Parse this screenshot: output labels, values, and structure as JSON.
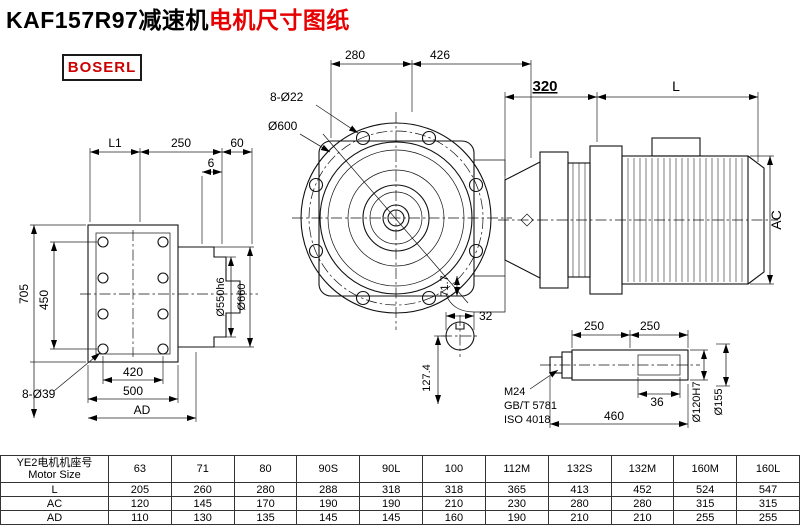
{
  "title": {
    "black": "KAF157R97减速机",
    "red": "电机尺寸图纸"
  },
  "logo": {
    "text": "BOSERL"
  },
  "dims": {
    "left": {
      "L1": "L1",
      "top250": "250",
      "top60": "60",
      "step6": "6",
      "h705": "705",
      "h450": "450",
      "holes": "8-Ø39",
      "w420": "420",
      "w500": "500",
      "AD": "AD",
      "d550": "Ø550h6",
      "d660": "Ø660"
    },
    "front": {
      "w280": "280",
      "w426": "426",
      "holes": "8-Ø22",
      "d600": "Ø600",
      "h717": "71.7"
    },
    "motor": {
      "w320": "320",
      "L": "L",
      "AC": "AC"
    },
    "section": {
      "w32": "32",
      "h1274": "127.4"
    },
    "shaft": {
      "l250a": "250",
      "l250b": "250",
      "thread": "M24",
      "std1": "GB/T 5781",
      "std2": "ISO 4018",
      "k36": "36",
      "l460": "460",
      "d120": "Ø120H7",
      "d155": "Ø155"
    }
  },
  "table": {
    "header_cn": "YE2电机机座号",
    "header_en": "Motor Size",
    "columns": [
      "63",
      "71",
      "80",
      "90S",
      "90L",
      "100",
      "112M",
      "132S",
      "132M",
      "160M",
      "160L"
    ],
    "rows": [
      {
        "label": "L",
        "values": [
          "205",
          "260",
          "280",
          "288",
          "318",
          "318",
          "365",
          "413",
          "452",
          "524",
          "547"
        ]
      },
      {
        "label": "AC",
        "values": [
          "120",
          "145",
          "170",
          "190",
          "190",
          "210",
          "230",
          "280",
          "280",
          "315",
          "315"
        ]
      },
      {
        "label": "AD",
        "values": [
          "110",
          "130",
          "135",
          "145",
          "145",
          "160",
          "190",
          "210",
          "210",
          "255",
          "255"
        ]
      }
    ]
  }
}
